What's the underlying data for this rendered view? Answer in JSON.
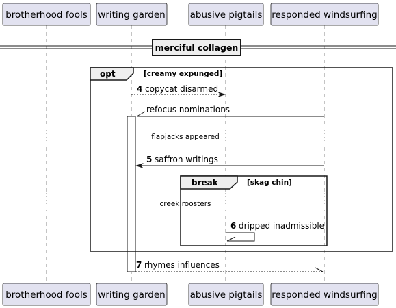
{
  "participants": [
    {
      "id": "p1",
      "name": "brotherhood fools"
    },
    {
      "id": "p2",
      "name": "writing garden"
    },
    {
      "id": "p3",
      "name": "abusive pigtails"
    },
    {
      "id": "p4",
      "name": "responded windsurfing"
    }
  ],
  "divider": {
    "label": "merciful collagen"
  },
  "frames": {
    "opt": {
      "tag": "opt",
      "condition": "[creamy expunged]"
    },
    "break": {
      "tag": "break",
      "condition": "[skag chin]"
    }
  },
  "messages": [
    {
      "id": "m4",
      "number": "4",
      "text": "copycat disarmed",
      "from": "p2",
      "to": "p3",
      "style": "dashed"
    },
    {
      "id": "m-refocus",
      "number": "",
      "text": "refocus nominations",
      "from": "p4",
      "to": "p2",
      "style": "solid"
    },
    {
      "id": "m5",
      "number": "5",
      "text": "saffron writings",
      "from": "p4",
      "to": "p2",
      "style": "solid"
    },
    {
      "id": "m6",
      "number": "6",
      "text": "dripped inadmissible",
      "from": "p3",
      "to": "p3",
      "style": "self"
    },
    {
      "id": "m7",
      "number": "7",
      "text": "rhymes influences",
      "from": "p2",
      "to": "p4",
      "style": "dashed"
    }
  ],
  "delays": [
    {
      "id": "d1",
      "text": "flapjacks appeared"
    },
    {
      "id": "d2",
      "text": "creek roosters"
    }
  ]
}
